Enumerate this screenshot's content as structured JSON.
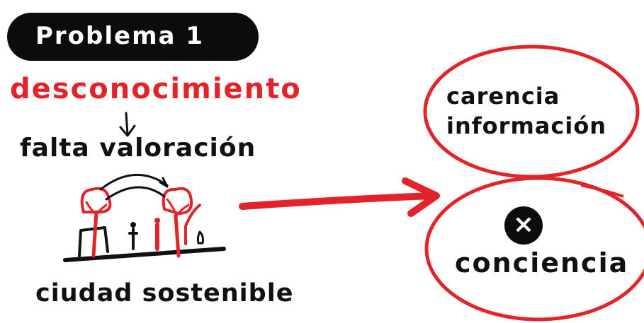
{
  "colors": {
    "accent_red": "#e2232a",
    "ink": "#111111",
    "background": "#ffffff"
  },
  "header": {
    "label": "Problema 1"
  },
  "cause": {
    "word": "desconocimiento",
    "consequence": "falta valoración"
  },
  "illustration": {
    "caption": "ciudad sostenible"
  },
  "outcomes": {
    "top_bubble": "carencia información",
    "top_lines": [
      "carencia",
      "información"
    ],
    "bottom_bubble": "conciencia",
    "bottom_icon": "x-mark-icon",
    "bottom_icon_glyph": "×"
  }
}
